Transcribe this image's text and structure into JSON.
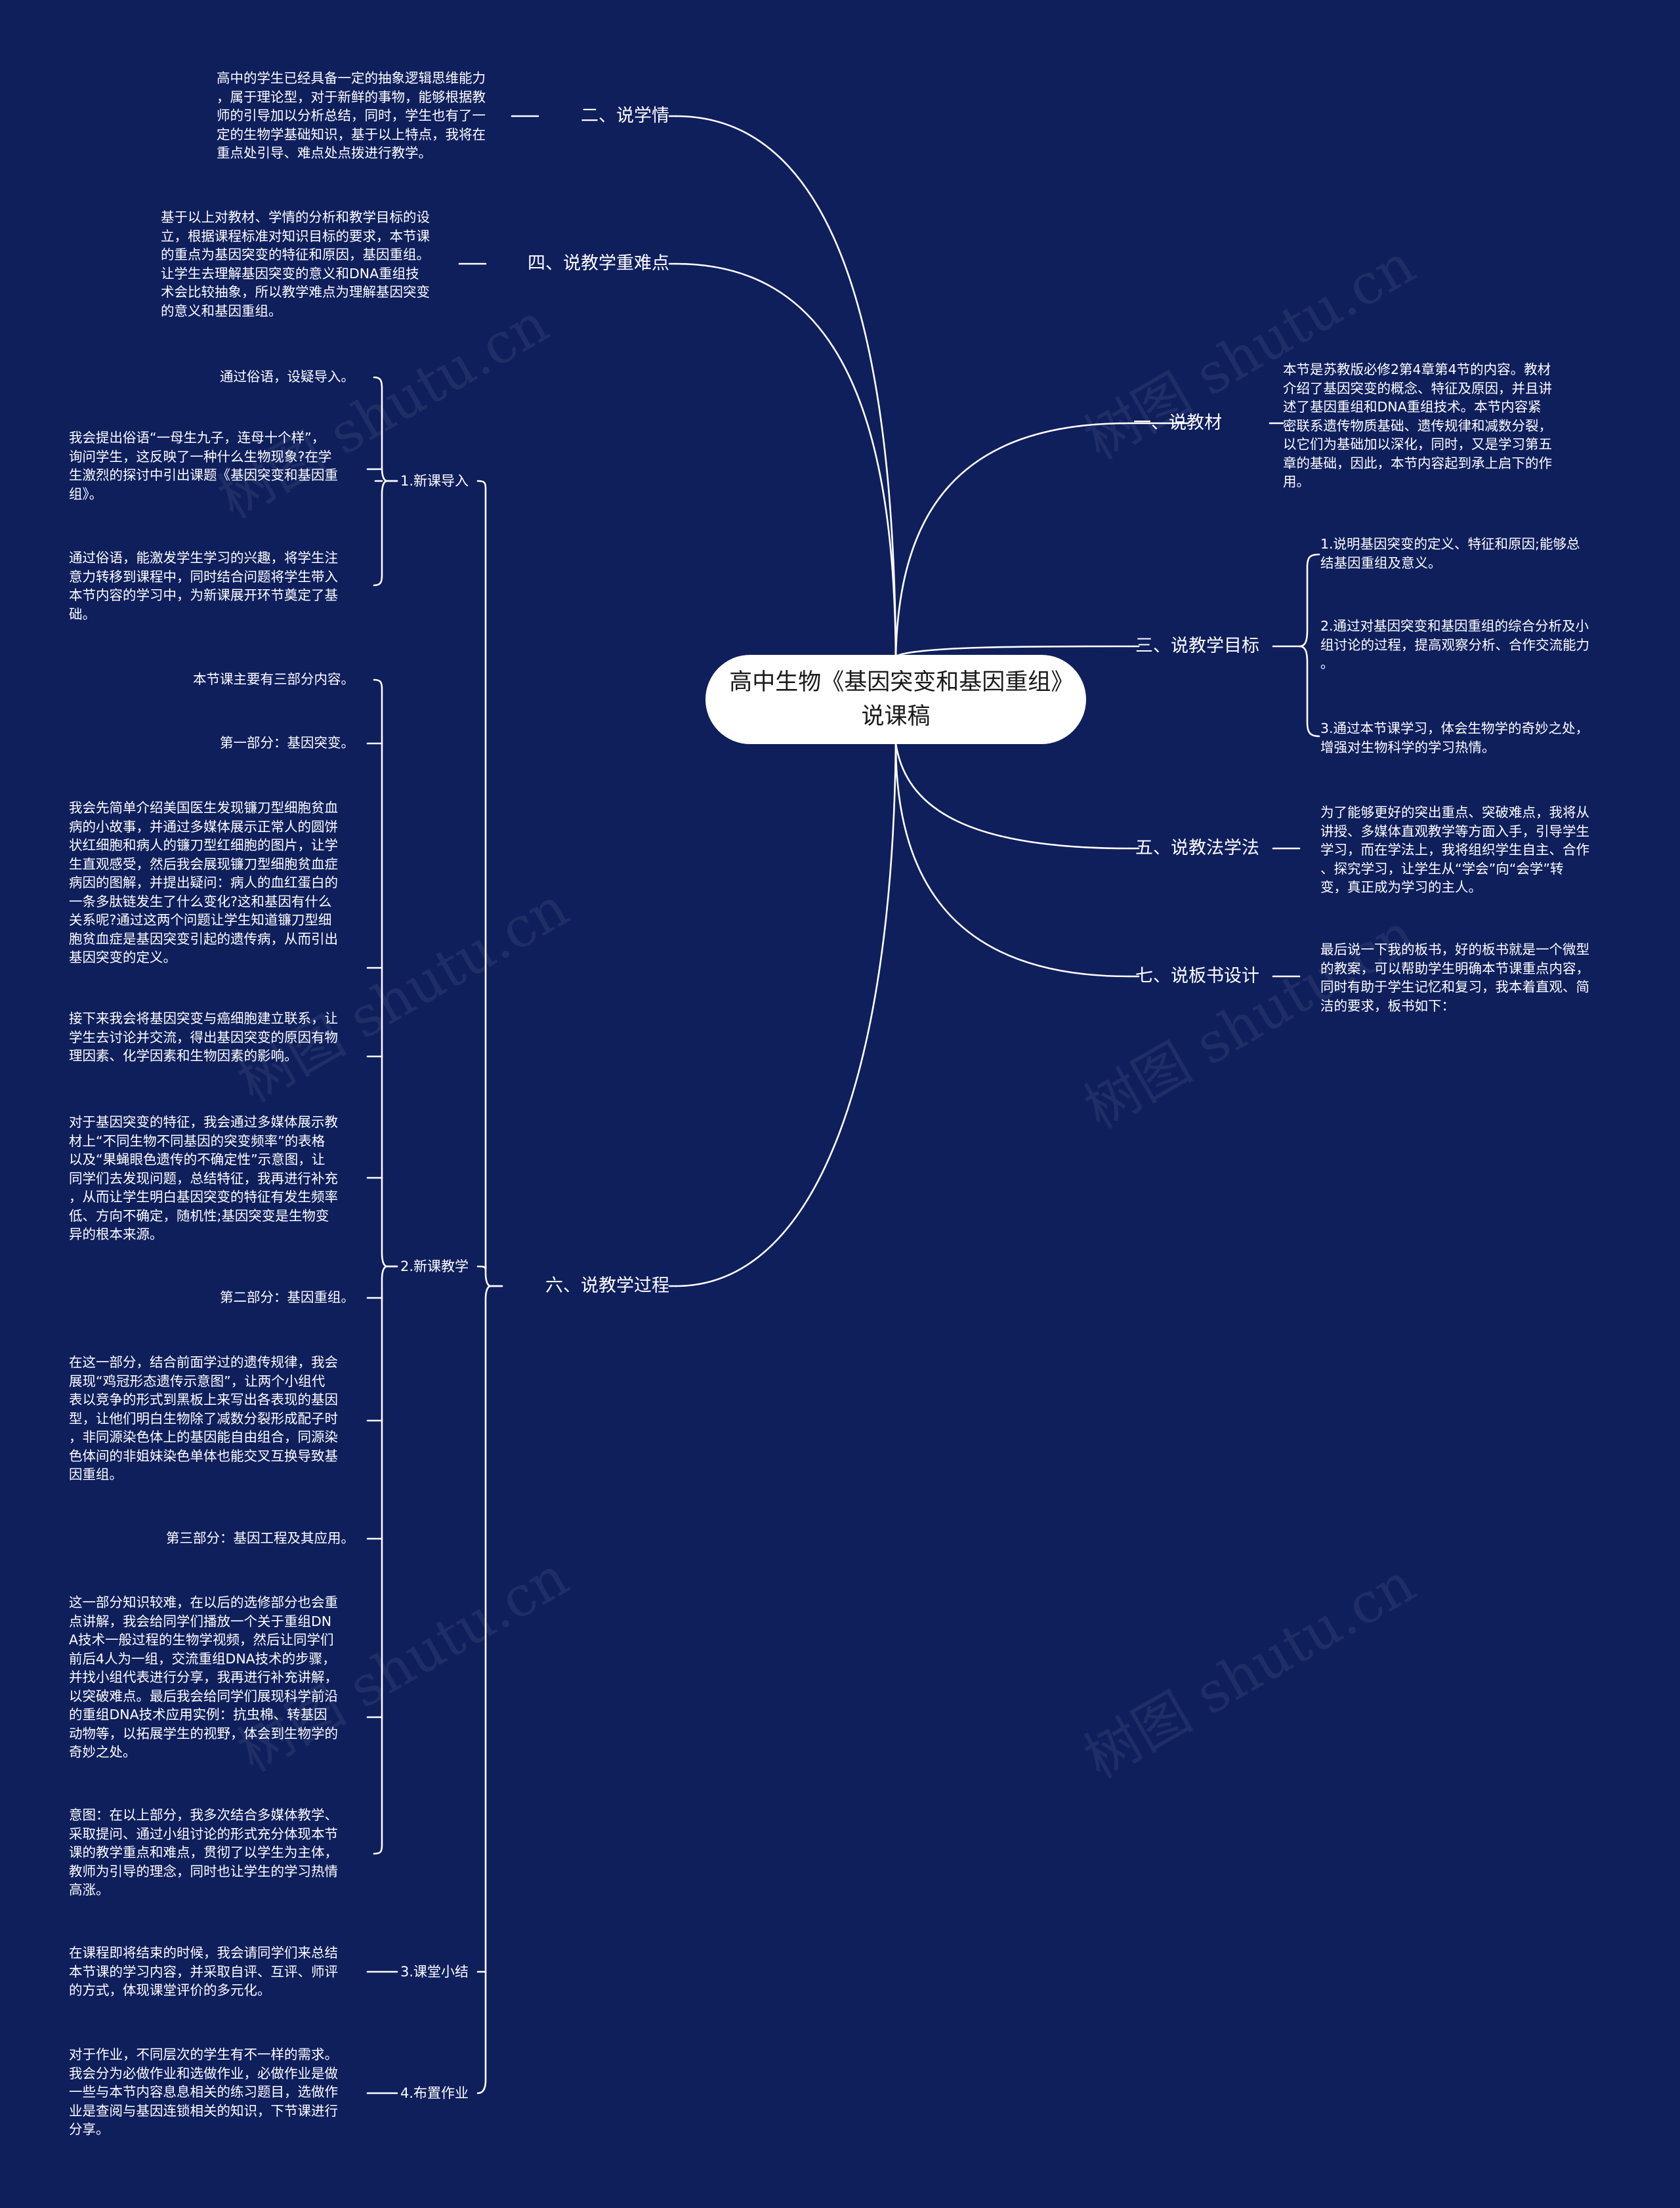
{
  "colors": {
    "background": "#0f1f5c",
    "line": "#ffffff",
    "root_fill": "#ffffff",
    "root_text": "#1a1a1a"
  },
  "watermark": "树图 shutu.cn",
  "root": {
    "title": "高中生物《基因突变和基因重组》说课稿"
  },
  "right": {
    "b1": {
      "label": "一、说教材",
      "text": "本节是苏教版必修2第4章第4节的内容。教材\n介绍了基因突变的概念、特征及原因，并且讲\n述了基因重组和DNA重组技术。本节内容紧\n密联系遗传物质基础、遗传规律和减数分裂，\n以它们为基础加以深化，同时，又是学习第五\n章的基础，因此，本节内容起到承上启下的作\n用。"
    },
    "b3": {
      "label": "三、说教学目标",
      "items": [
        "1.说明基因突变的定义、特征和原因;能够总\n结基因重组及意义。",
        "2.通过对基因突变和基因重组的综合分析及小\n组讨论的过程，提高观察分析、合作交流能力\n。",
        "3.通过本节课学习，体会生物学的奇妙之处，\n增强对生物科学的学习热情。"
      ]
    },
    "b5": {
      "label": "五、说教法学法",
      "text": "为了能够更好的突出重点、突破难点，我将从\n讲授、多媒体直观教学等方面入手，引导学生\n学习，而在学法上，我将组织学生自主、合作\n、探究学习，让学生从“学会”向“会学”转\n变，真正成为学习的主人。"
    },
    "b7": {
      "label": "七、说板书设计",
      "text": "最后说一下我的板书，好的板书就是一个微型\n的教案，可以帮助学生明确本节课重点内容，\n同时有助于学生记忆和复习，我本着直观、简\n洁的要求，板书如下："
    }
  },
  "left": {
    "b2": {
      "label": "二、说学情",
      "text": "高中的学生已经具备一定的抽象逻辑思维能力\n，属于理论型，对于新鲜的事物，能够根据教\n师的引导加以分析总结，同时，学生也有了一\n定的生物学基础知识，基于以上特点，我将在\n重点处引导、难点处点拨进行教学。"
    },
    "b4": {
      "label": "四、说教学重难点",
      "text": "基于以上对教材、学情的分析和教学目标的设\n立，根据课程标准对知识目标的要求，本节课\n的重点为基因突变的特征和原因，基因重组。\n让学生去理解基因突变的意义和DNA重组技\n术会比较抽象，所以教学难点为理解基因突变\n的意义和基因重组。"
    },
    "b6": {
      "label": "六、说教学过程",
      "s1": {
        "label": "1.新课导入",
        "items": [
          "通过俗语，设疑导入。",
          "我会提出俗语“一母生九子，连母十个样”，\n询问学生，这反映了一种什么生物现象?在学\n生激烈的探讨中引出课题《基因突变和基因重\n组》。",
          "通过俗语，能激发学生学习的兴趣，将学生注\n意力转移到课程中，同时结合问题将学生带入\n本节内容的学习中，为新课展开环节奠定了基\n础。"
        ]
      },
      "s2": {
        "label": "2.新课教学",
        "items": [
          "本节课主要有三部分内容。",
          "第一部分：基因突变。",
          "我会先简单介绍美国医生发现镰刀型细胞贫血\n病的小故事，并通过多媒体展示正常人的圆饼\n状红细胞和病人的镰刀型红细胞的图片，让学\n生直观感受，然后我会展现镰刀型细胞贫血症\n病因的图解，并提出疑问：病人的血红蛋白的\n一条多肽链发生了什么变化?这和基因有什么\n关系呢?通过这两个问题让学生知道镰刀型细\n胞贫血症是基因突变引起的遗传病，从而引出\n基因突变的定义。",
          "接下来我会将基因突变与癌细胞建立联系，让\n学生去讨论并交流，得出基因突变的原因有物\n理因素、化学因素和生物因素的影响。",
          "对于基因突变的特征，我会通过多媒体展示教\n材上“不同生物不同基因的突变频率”的表格\n以及“果蝇眼色遗传的不确定性”示意图，让\n同学们去发现问题，总结特征，我再进行补充\n，从而让学生明白基因突变的特征有发生频率\n低、方向不确定，随机性;基因突变是生物变\n异的根本来源。",
          "第二部分：基因重组。",
          "在这一部分，结合前面学过的遗传规律，我会\n展现“鸡冠形态遗传示意图”，让两个小组代\n表以竞争的形式到黑板上来写出各表现的基因\n型，让他们明白生物除了减数分裂形成配子时\n，非同源染色体上的基因能自由组合，同源染\n色体间的非姐妹染色单体也能交叉互换导致基\n因重组。",
          "第三部分：基因工程及其应用。",
          "这一部分知识较难，在以后的选修部分也会重\n点讲解，我会给同学们播放一个关于重组DN\nA技术一般过程的生物学视频，然后让同学们\n前后4人为一组，交流重组DNA技术的步骤，\n并找小组代表进行分享，我再进行补充讲解，\n以突破难点。最后我会给同学们展现科学前沿\n的重组DNA技术应用实例：抗虫棉、转基因\n动物等，以拓展学生的视野，体会到生物学的\n奇妙之处。",
          "意图：在以上部分，我多次结合多媒体教学、\n采取提问、通过小组讨论的形式充分体现本节\n课的教学重点和难点，贯彻了以学生为主体，\n教师为引导的理念，同时也让学生的学习热情\n高涨。"
        ]
      },
      "s3": {
        "label": "3.课堂小结",
        "text": "在课程即将结束的时候，我会请同学们来总结\n本节课的学习内容，并采取自评、互评、师评\n的方式，体现课堂评价的多元化。"
      },
      "s4": {
        "label": "4.布置作业",
        "text": "对于作业，不同层次的学生有不一样的需求。\n我会分为必做作业和选做作业，必做作业是做\n一些与本节内容息息相关的练习题目，选做作\n业是查阅与基因连锁相关的知识，下节课进行\n分享。"
      }
    }
  }
}
